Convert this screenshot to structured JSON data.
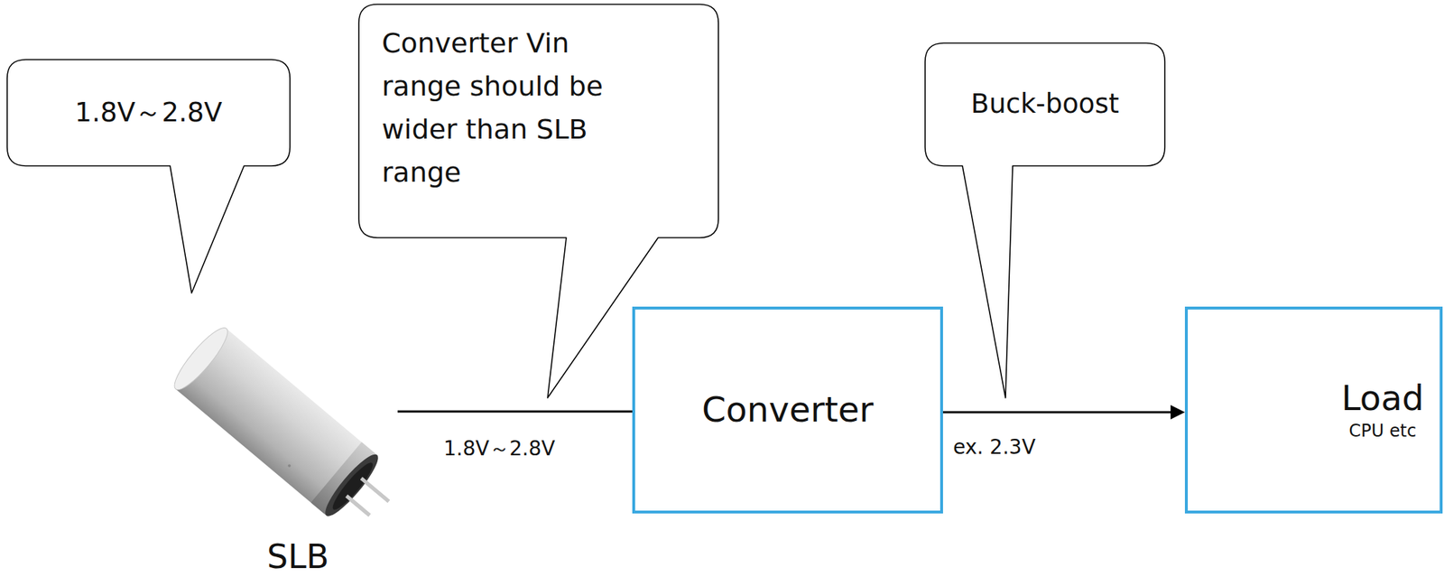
{
  "diagram": {
    "nodes": [
      {
        "text": [
          "1.8V～2.8V"
        ]
      },
      {
        "text": [
          "Converter Vin range should be wider than SLB range"
        ]
      },
      {
        "text": [
          "Buck-boost"
        ]
      },
      {
        "text": [
          "Converter"
        ]
      },
      {
        "text": [
          "Load",
          "CPU etc"
        ]
      }
    ],
    "edges": [
      {
        "from": 3,
        "to": 4,
        "arrow": "to",
        "label": "ex. 2.3V"
      }
    ],
    "labels": [
      "1.8V～2.8V",
      "SLB"
    ]
  }
}
